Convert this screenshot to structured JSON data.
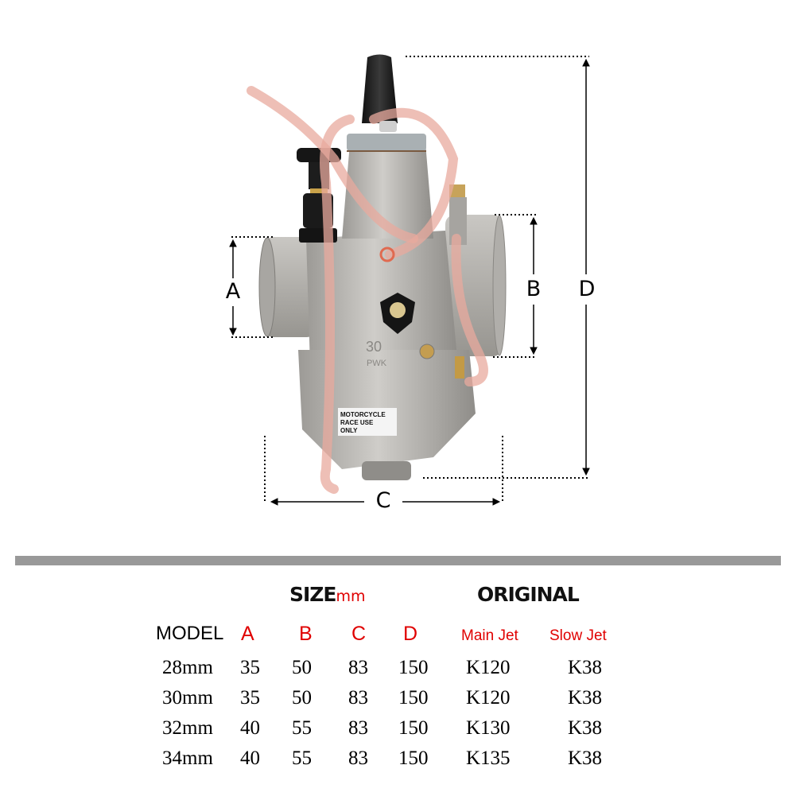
{
  "diagram": {
    "dimension_labels": {
      "a": "A",
      "b": "B",
      "c": "C",
      "d": "D"
    },
    "product_markings": {
      "body_size": "30",
      "body_model": "PWK",
      "sticker_lines": [
        "MOTORCYCLE",
        "RACE USE",
        "ONLY"
      ]
    }
  },
  "table": {
    "size_heading": "SIZE",
    "size_unit": "mm",
    "original_heading": "ORIGINAL",
    "columns": [
      "MODEL",
      "A",
      "B",
      "C",
      "D",
      "Main Jet",
      "Slow Jet"
    ],
    "rows": [
      [
        "28mm",
        "35",
        "50",
        "83",
        "150",
        "K120",
        "K38"
      ],
      [
        "30mm",
        "35",
        "50",
        "83",
        "150",
        "K120",
        "K38"
      ],
      [
        "32mm",
        "40",
        "55",
        "83",
        "150",
        "K130",
        "K38"
      ],
      [
        "34mm",
        "40",
        "55",
        "83",
        "150",
        "K135",
        "K38"
      ]
    ]
  },
  "colors": {
    "accent_red": "#e00000",
    "divider_gray": "#999999",
    "body_aluminum": "#b8b6b2",
    "hose_pink": "#e9b2a8"
  }
}
